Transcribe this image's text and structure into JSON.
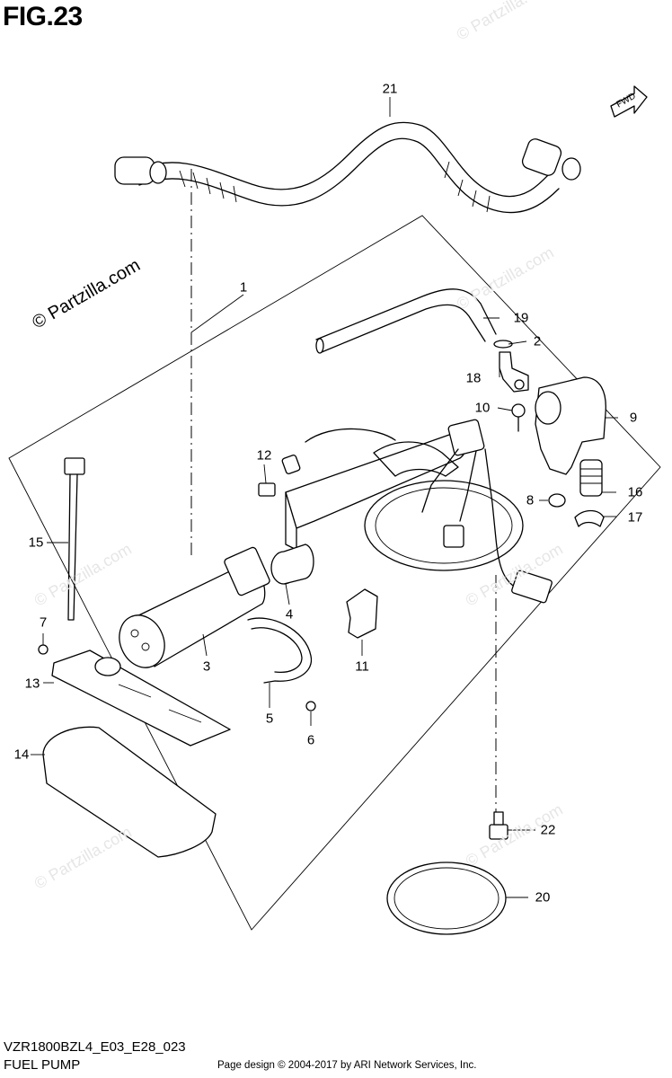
{
  "figure": {
    "title": "FIG.23"
  },
  "footer": {
    "code": "VZR1800BZL4_E03_E28_023",
    "name": "FUEL PUMP",
    "credit": "Page design © 2004-2017 by ARI Network Services, Inc."
  },
  "watermark": {
    "text": "© Partzilla.com",
    "faint_text": "© Partzilla.com"
  },
  "fwd_label": "FWD",
  "callouts": [
    {
      "id": "c21",
      "label": "21"
    },
    {
      "id": "c1",
      "label": "1"
    },
    {
      "id": "c19",
      "label": "19"
    },
    {
      "id": "c2",
      "label": "2"
    },
    {
      "id": "c18",
      "label": "18"
    },
    {
      "id": "c10",
      "label": "10"
    },
    {
      "id": "c9",
      "label": "9"
    },
    {
      "id": "c12",
      "label": "12"
    },
    {
      "id": "c16",
      "label": "16"
    },
    {
      "id": "c8",
      "label": "8"
    },
    {
      "id": "c17",
      "label": "17"
    },
    {
      "id": "c15",
      "label": "15"
    },
    {
      "id": "c4",
      "label": "4"
    },
    {
      "id": "c11",
      "label": "11"
    },
    {
      "id": "c7",
      "label": "7"
    },
    {
      "id": "c3",
      "label": "3"
    },
    {
      "id": "c13",
      "label": "13"
    },
    {
      "id": "c5",
      "label": "5"
    },
    {
      "id": "c6",
      "label": "6"
    },
    {
      "id": "c14",
      "label": "14"
    },
    {
      "id": "c22",
      "label": "22"
    },
    {
      "id": "c20",
      "label": "20"
    }
  ]
}
